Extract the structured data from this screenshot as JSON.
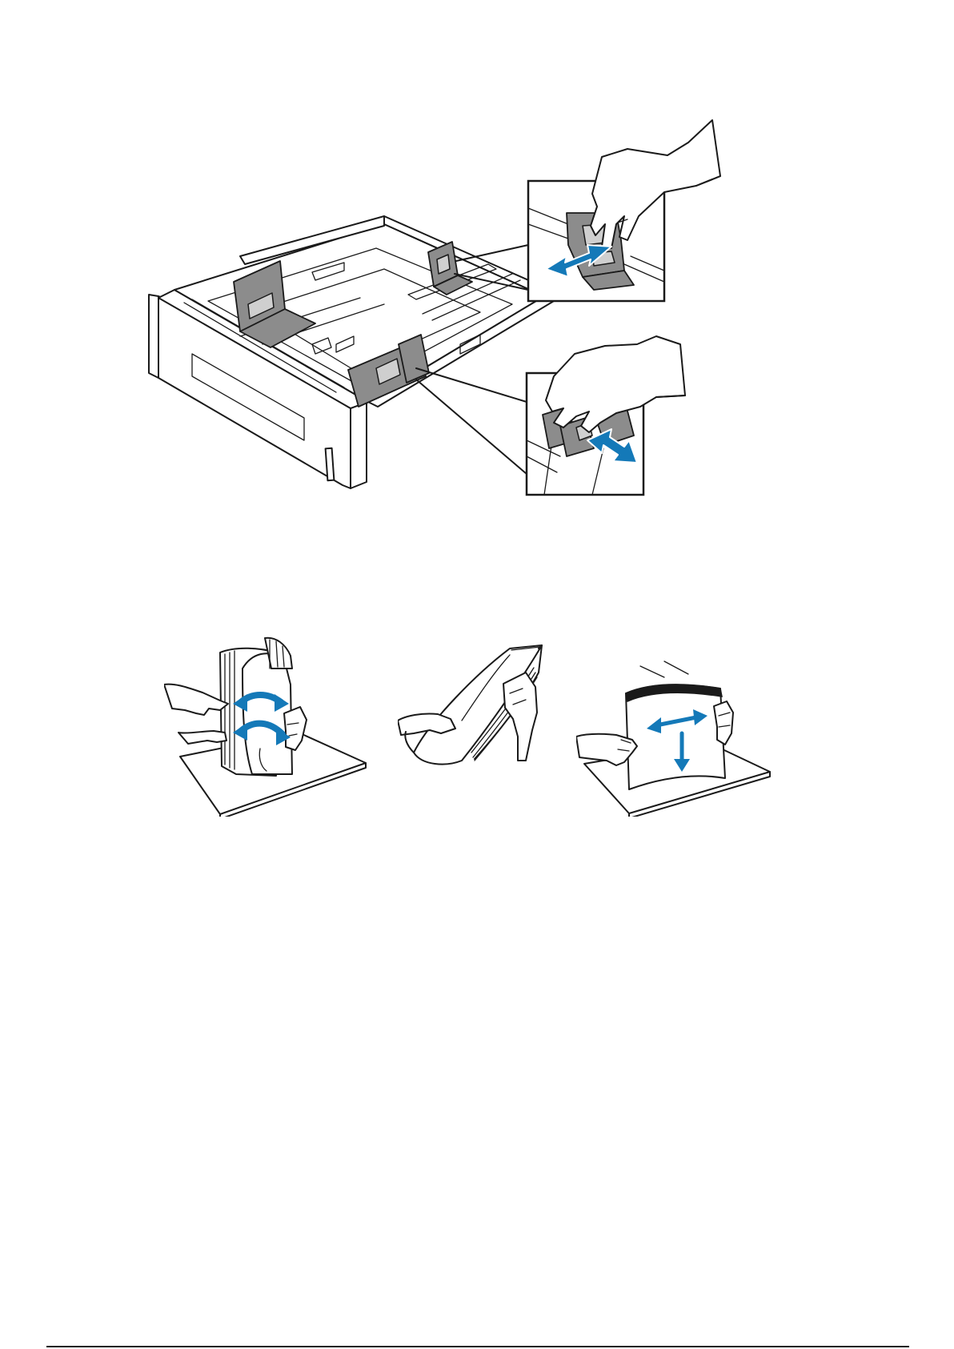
{
  "page": {
    "illustrations": [
      {
        "id": "paper-tray",
        "icon": "paper-tray-guides-illustration"
      },
      {
        "id": "fan-paper",
        "icon": "fan-paper-illustration"
      },
      {
        "id": "flex-paper",
        "icon": "flex-paper-illustration"
      },
      {
        "id": "straighten-paper",
        "icon": "straighten-paper-illustration"
      }
    ],
    "colors": {
      "arrow": "#1479b8",
      "guide": "#8c8c8c",
      "line": "#1a1a1a"
    }
  }
}
